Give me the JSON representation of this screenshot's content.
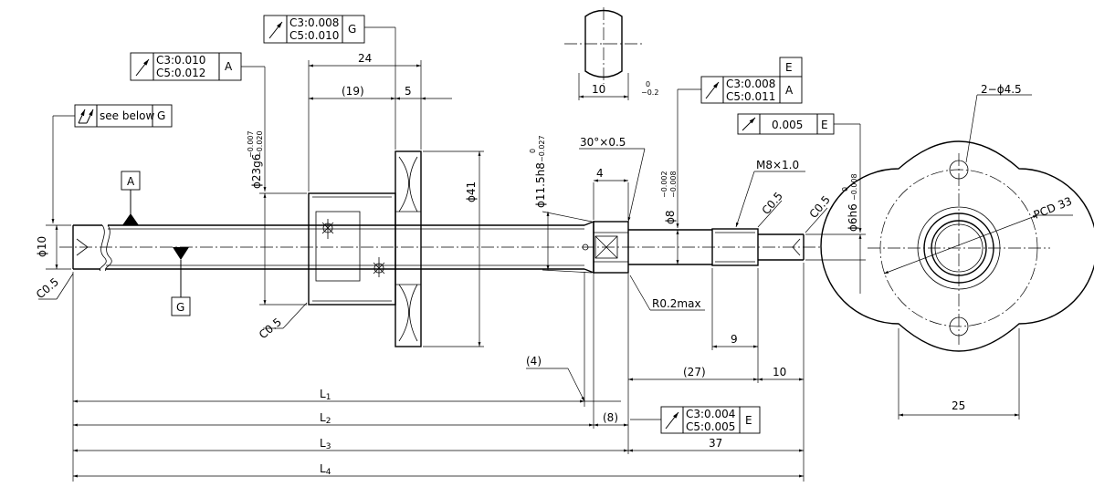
{
  "drawing": {
    "frames": {
      "top_g": {
        "line1": "C3:0.008",
        "line2": "C5:0.010",
        "datum": "G"
      },
      "left_a": {
        "line1": "C3:0.010",
        "line2": "C5:0.012",
        "datum": "A"
      },
      "see_below": {
        "text": "see below",
        "datum": "G"
      },
      "right_a": {
        "line1": "C3:0.008",
        "line2": "C5:0.011",
        "datum": "A",
        "datum_top": "E"
      },
      "right_e": {
        "value": "0.005",
        "datum": "E"
      },
      "bottom_e": {
        "line1": "C3:0.004",
        "line2": "C5:0.005",
        "datum": "E"
      }
    },
    "datums": {
      "a": "A",
      "g": "G"
    },
    "dims": {
      "d24": "24",
      "d19": "(19)",
      "d5": "5",
      "d10_flat": "10",
      "tol_flat_upper": "0",
      "tol_flat_lower": "−0.2",
      "d41": "ϕ41",
      "d23": "ϕ23g6",
      "d23_tol_upper": "−0.007",
      "d23_tol_lower": "−0.020",
      "d11": "ϕ11.5h8",
      "d11_tol_upper": "0",
      "d11_tol_lower": "−0.027",
      "d10": "ϕ10",
      "c05_left": "C0.5",
      "c05_nut": "C0.5",
      "c05_a": "C0.5",
      "c05_b": "C0.5",
      "chamfer30": "30°×0.5",
      "d4": "4",
      "d8": "ϕ8",
      "d8_tol_upper": "−0.002",
      "d8_tol_lower": "−0.008",
      "m8": "M8×1.0",
      "d6": "ϕ6h6",
      "d6_tol_upper": "0",
      "d6_tol_lower": "−0.008",
      "r02": "R0.2max",
      "d9": "9",
      "d4p": "(4)",
      "d27": "(27)",
      "d10b": "10",
      "d8p": "(8)",
      "d37": "37",
      "l1": "L",
      "l2": "L",
      "l3": "L",
      "l4": "L",
      "l1_sub": "1",
      "l2_sub": "2",
      "l3_sub": "3",
      "l4_sub": "4",
      "holes": "2−ϕ4.5",
      "pcd": "PCD 33",
      "d25": "25"
    }
  }
}
